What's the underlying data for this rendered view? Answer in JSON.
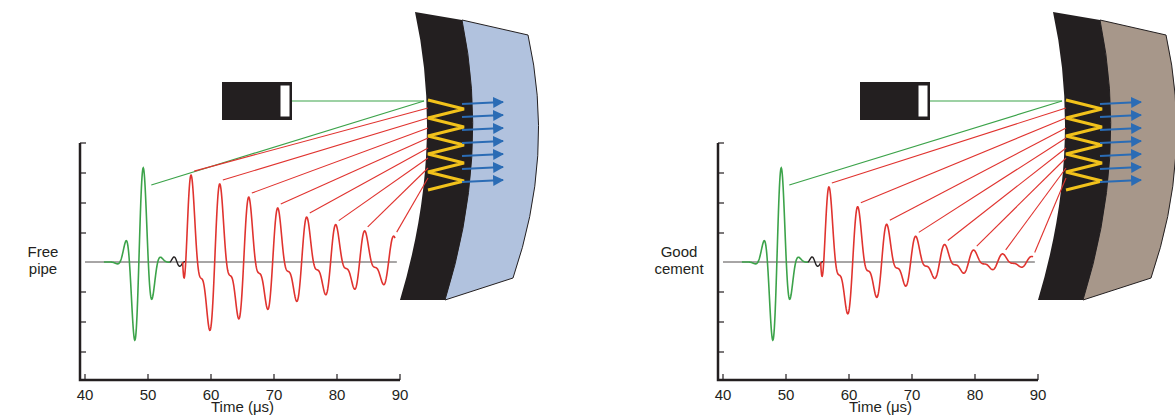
{
  "diagram": {
    "labels": [
      "Free pipe",
      "40",
      "50",
      "60",
      "70",
      "80",
      "90",
      "Time (μs)",
      "Good cement",
      "40",
      "50",
      "60",
      "70",
      "80",
      "90",
      "Time (μs)"
    ]
  }
}
